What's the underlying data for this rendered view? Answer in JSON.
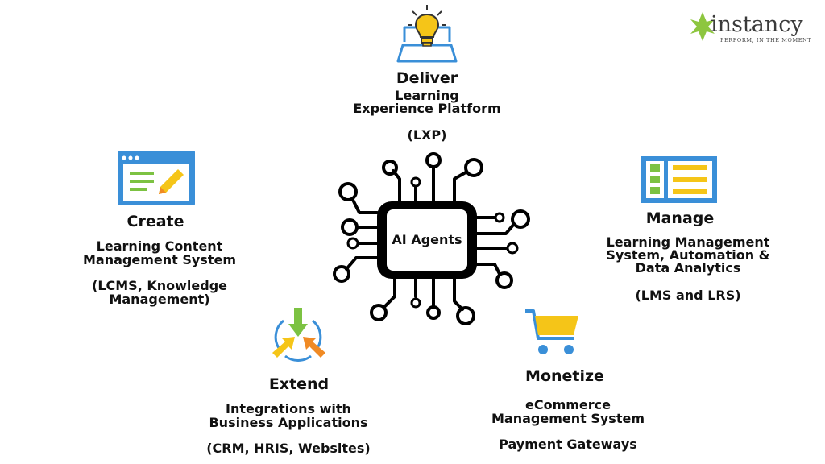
{
  "logo": {
    "name": "instancy",
    "tagline": "PERFORM, IN THE MOMENT"
  },
  "center": {
    "label": "AI Agents"
  },
  "deliver": {
    "title": "Deliver",
    "lines": [
      "Learning",
      "Experience Platform",
      "(LXP)"
    ],
    "icon": "lightbulb-laptop-icon"
  },
  "create": {
    "title": "Create",
    "lines": [
      "Learning Content",
      "Management System",
      "(LCMS, Knowledge",
      "Management)"
    ],
    "icon": "browser-edit-icon"
  },
  "manage": {
    "title": "Manage",
    "lines": [
      "Learning Management",
      "System, Automation &",
      "Data Analytics",
      "(LMS and LRS)"
    ],
    "icon": "list-window-icon"
  },
  "extend": {
    "title": "Extend",
    "lines": [
      "Integrations with",
      "Business Applications",
      "(CRM, HRIS, Websites)"
    ],
    "icon": "merge-arrows-icon"
  },
  "monetize": {
    "title": "Monetize",
    "lines": [
      "eCommerce",
      "Management System",
      "Payment Gateways"
    ],
    "icon": "shopping-cart-icon"
  },
  "colors": {
    "logo_green": "#8dc63f",
    "icon_blue": "#3a8fd8",
    "icon_yellow": "#f5c518",
    "icon_green": "#7cc242",
    "icon_orange": "#f08a24",
    "chip_black": "#000000"
  }
}
